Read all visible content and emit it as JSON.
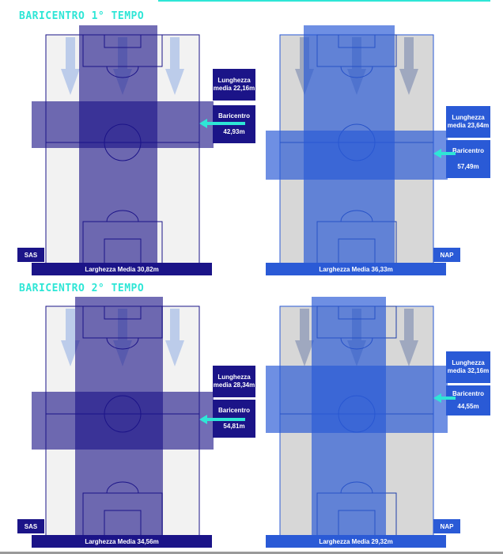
{
  "colors": {
    "accent": "#2ee6d6",
    "home_dark": "#1b1488",
    "away_blue": "#2a5ad6",
    "pitch_light": "#f2f2f2",
    "pitch_grey": "#d7d7d7"
  },
  "sections": [
    {
      "title": "BARICENTRO 1° TEMPO",
      "home": {
        "team": "SAS",
        "lunghezza": "Lunghezza media 22,16m",
        "baricentro_label": "Baricentro",
        "baricentro_value": "42,93m",
        "larghezza": "Larghezza Media 30,82m"
      },
      "away": {
        "team": "NAP",
        "lunghezza": "Lunghezza media 23,64m",
        "baricentro_label": "Baricentro",
        "baricentro_value": "57,49m",
        "larghezza": "Larghezza Media 36,33m"
      }
    },
    {
      "title": "BARICENTRO 2° TEMPO",
      "home": {
        "team": "SAS",
        "lunghezza": "Lunghezza media 28,34m",
        "baricentro_label": "Baricentro",
        "baricentro_value": "54,81m",
        "larghezza": "Larghezza Media 34,56m"
      },
      "away": {
        "team": "NAP",
        "lunghezza": "Lunghezza media 32,16m",
        "baricentro_label": "Baricentro",
        "baricentro_value": "44,55m",
        "larghezza": "Larghezza Media 29,32m"
      }
    }
  ]
}
